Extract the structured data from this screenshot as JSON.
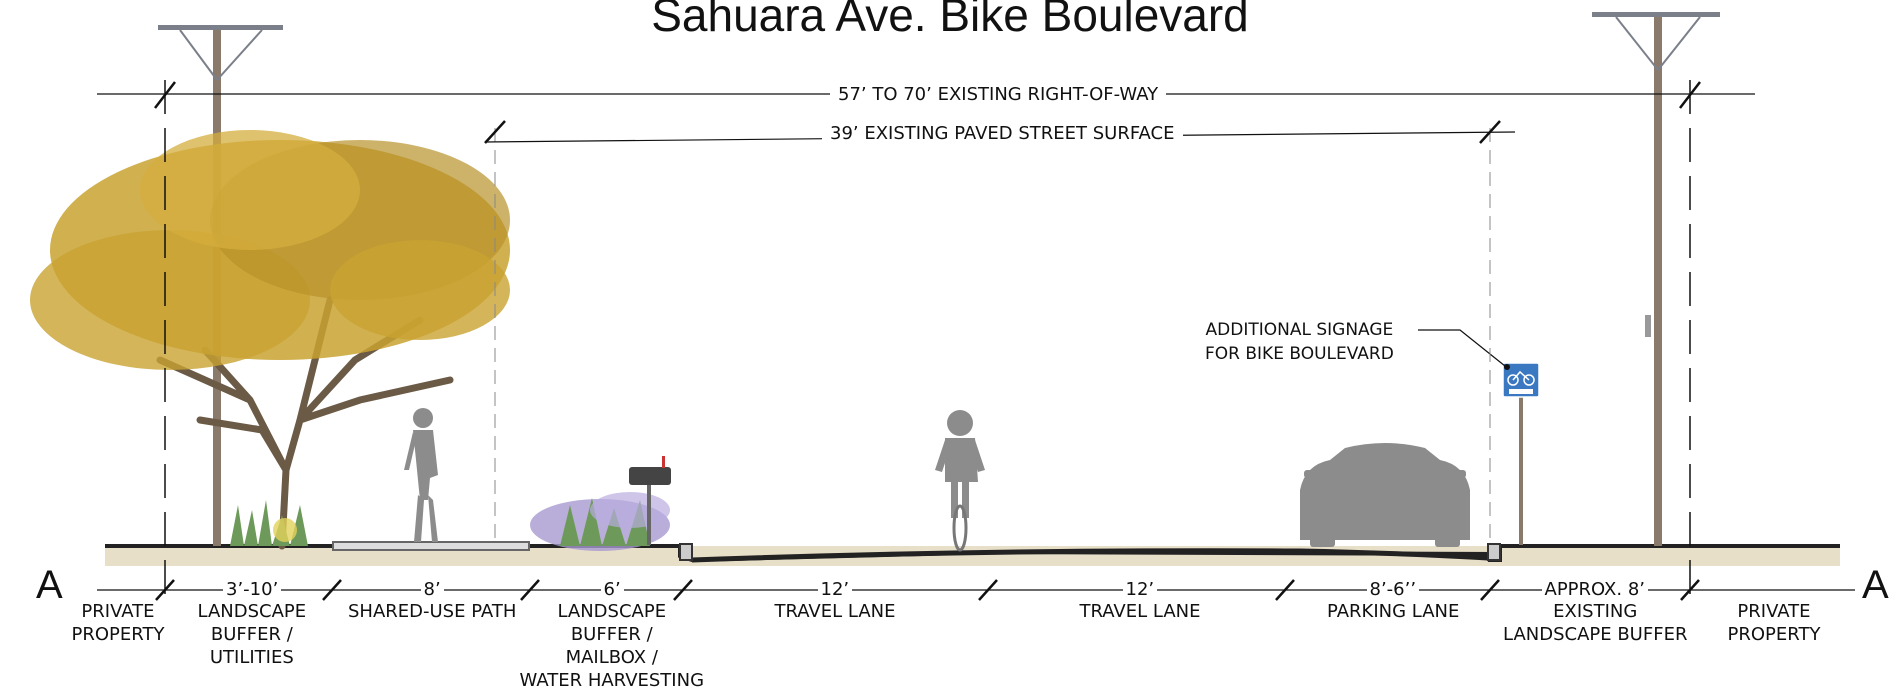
{
  "title": "Sahuara Ave. Bike Boulevard",
  "section_marker": "A",
  "dimensions": {
    "right_of_way": "57’ TO 70’ EXISTING RIGHT-OF-WAY",
    "paved_surface": "39’ EXISTING PAVED STREET SURFACE"
  },
  "signage_callout": "ADDITIONAL SIGNAGE\nFOR BIKE BOULEVARD",
  "zones": [
    {
      "width": "",
      "name": "PRIVATE\nPROPERTY"
    },
    {
      "width": "3’-10’",
      "name": "LANDSCAPE\nBUFFER /\nUTILITIES"
    },
    {
      "width": "8’",
      "name": "SHARED-USE PATH"
    },
    {
      "width": "6’",
      "name": "LANDSCAPE\nBUFFER /\nMAILBOX /\nWATER HARVESTING"
    },
    {
      "width": "12’",
      "name": "TRAVEL LANE"
    },
    {
      "width": "12’",
      "name": "TRAVEL LANE"
    },
    {
      "width": "8’-6’’",
      "name": "PARKING LANE"
    },
    {
      "width": "APPROX. 8’",
      "name": "EXISTING\nLANDSCAPE BUFFER"
    },
    {
      "width": "",
      "name": "PRIVATE\nPROPERTY"
    }
  ],
  "colors": {
    "ground": "#d8c9a4",
    "tree": "#c9a231",
    "tree_trunk": "#6b5a45",
    "silhouette": "#8c8c8c",
    "pole": "#8a7a6c",
    "sign": "#3a78c2",
    "shrub": "#a79ad0",
    "grass": "#6d9a5a"
  }
}
